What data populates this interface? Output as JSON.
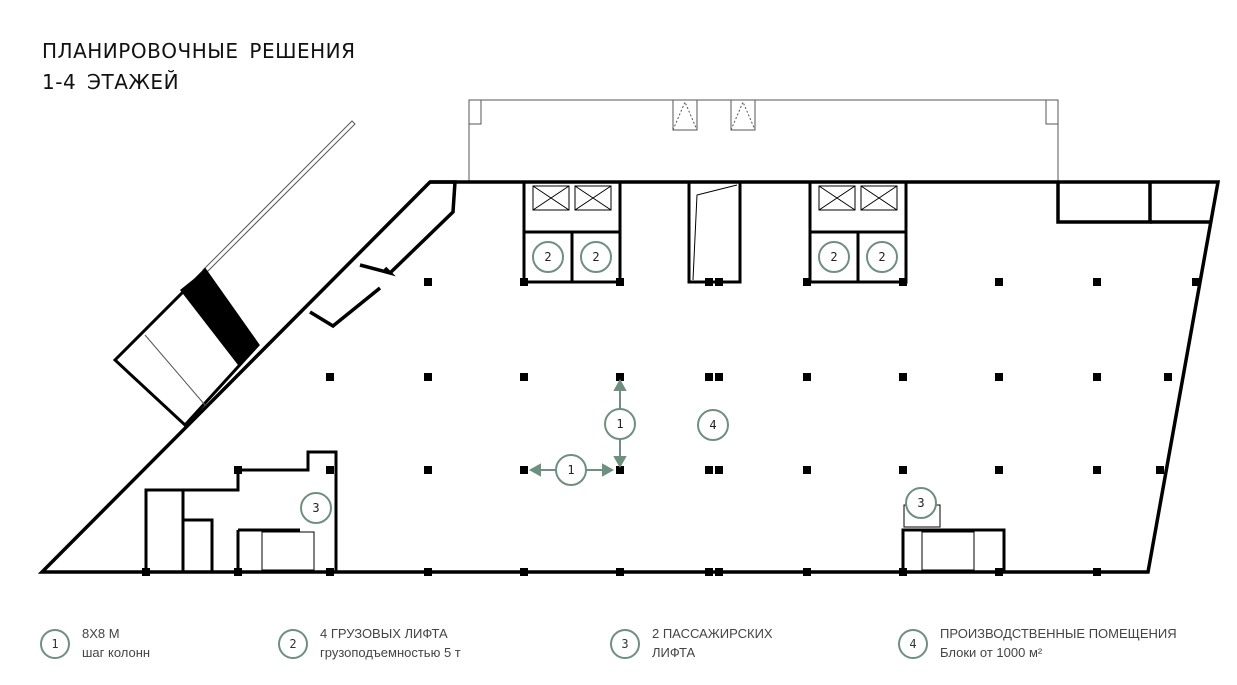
{
  "title": {
    "line1": "ПЛАНИРОВОЧНЫЕ РЕШЕНИЯ",
    "line2": "1-4 ЭТАЖЕЙ"
  },
  "markers": {
    "column_step_h": "1",
    "column_step_v": "1",
    "production": "4",
    "freight_lift": "2",
    "passenger_lift": "3"
  },
  "legend": [
    {
      "num": "1",
      "line1": "8Х8 М",
      "line2": "шаг колонн"
    },
    {
      "num": "2",
      "line1": "4 ГРУЗОВЫХ ЛИФТА",
      "line2": "грузоподъемностью 5 т"
    },
    {
      "num": "3",
      "line1": "2 ПАССАЖИРСКИХ",
      "line2": "ЛИФТА"
    },
    {
      "num": "4",
      "line1": "ПРОИЗВОДСТВЕННЫЕ ПОМЕЩЕНИЯ",
      "line2": "Блоки от 1000 м²"
    }
  ],
  "colors": {
    "accent": "#6f8f80",
    "wall": "#000000"
  }
}
